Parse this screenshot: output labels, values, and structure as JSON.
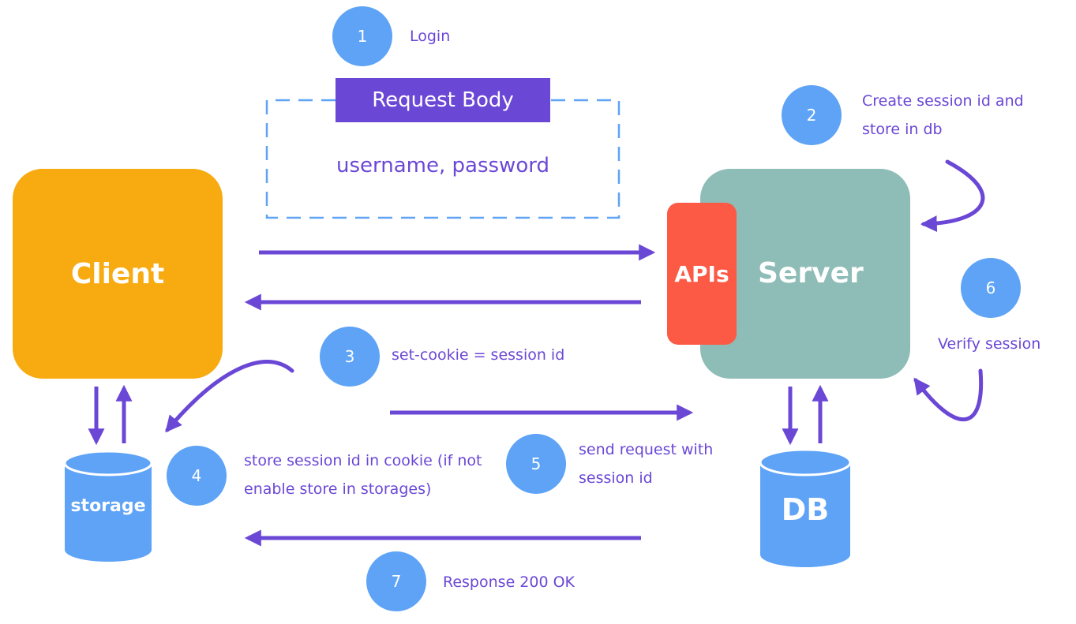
{
  "nodes": {
    "client": "Client",
    "server": "Server",
    "apis": "APIs",
    "storage": "storage",
    "db": "DB"
  },
  "request_box": {
    "title": "Request Body",
    "body": "username, password"
  },
  "steps": [
    {
      "number": "1",
      "text": "Login"
    },
    {
      "number": "2",
      "line1": "Create session id and",
      "line2": "store in db"
    },
    {
      "number": "3",
      "text": "set-cookie = session id"
    },
    {
      "number": "4",
      "line1": "store session id in cookie (if not",
      "line2": "enable store in storages)"
    },
    {
      "number": "5",
      "line1": "send request with",
      "line2": "session id"
    },
    {
      "number": "6",
      "text": "Verify session"
    },
    {
      "number": "7",
      "text": "Response 200 OK"
    }
  ],
  "colors": {
    "accent": "#6b47d6",
    "step_circle": "#5ea3f6",
    "client": "#f8ab10",
    "server": "#8ebcb6",
    "apis": "#fd5a45",
    "cylinder": "#5ea3f6",
    "dashed_border": "#5ea3f6"
  }
}
